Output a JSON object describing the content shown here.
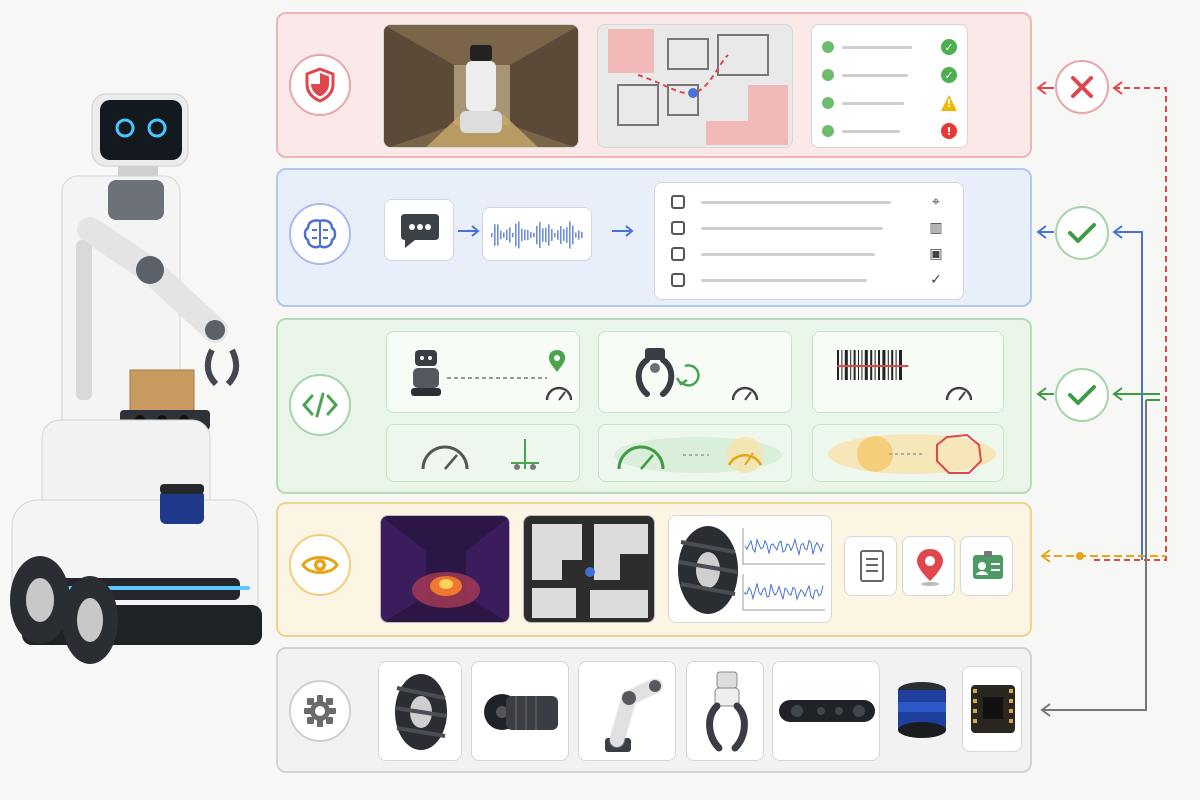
{
  "layers": [
    {
      "id": "safety",
      "color": "#e0474c",
      "icon": "shield-icon",
      "status": "fail"
    },
    {
      "id": "cognition",
      "color": "#4a72d6",
      "icon": "brain-icon",
      "status": "pass"
    },
    {
      "id": "code",
      "color": "#4aa44f",
      "icon": "code-icon",
      "status": "pass"
    },
    {
      "id": "perception",
      "color": "#e8a317",
      "icon": "eye-icon",
      "status": "none"
    },
    {
      "id": "hardware",
      "color": "#777777",
      "icon": "gear-icon",
      "status": "none"
    }
  ],
  "safety_checklist": [
    {
      "state": "ok",
      "color": "#4caf50"
    },
    {
      "state": "ok",
      "color": "#4caf50"
    },
    {
      "state": "warning",
      "color": "#f2b600"
    },
    {
      "state": "error",
      "color": "#e53935"
    }
  ],
  "task_list_icons": [
    "location-pin-icon",
    "barcode-icon",
    "package-icon",
    "check-circle-icon"
  ],
  "perception_icons": [
    "document-icon",
    "map-pin-icon",
    "id-badge-icon"
  ],
  "hardware_components": [
    "mecanum-wheel",
    "servo-motor",
    "robot-arm",
    "gripper",
    "depth-camera",
    "lidar",
    "control-board"
  ]
}
